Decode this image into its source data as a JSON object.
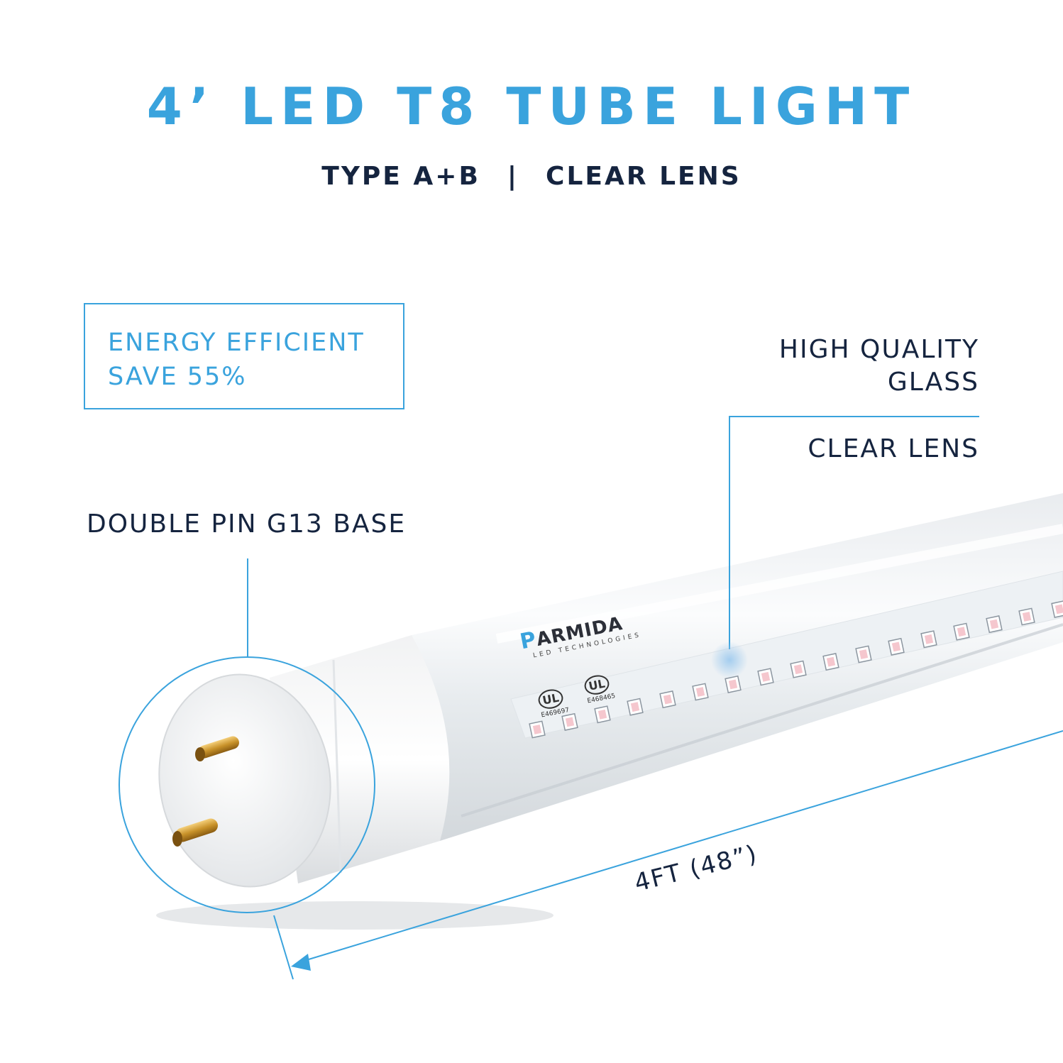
{
  "header": {
    "title": "4’ LED T8 TUBE LIGHT",
    "subtitle_left": "TYPE A+B",
    "subtitle_sep": "|",
    "subtitle_right": "CLEAR LENS"
  },
  "energy": {
    "line1": "ENERGY EFFICIENT",
    "line2": "SAVE 55%"
  },
  "callouts": {
    "glass_line1": "HIGH QUALITY",
    "glass_line2": "GLASS",
    "lens": "CLEAR LENS",
    "base": "DOUBLE PIN G13 BASE",
    "length": "4FT (48”)"
  },
  "brand": {
    "initial": "P",
    "rest": "ARMIDA",
    "tagline": "LED TECHNOLOGIES"
  },
  "certs": {
    "cert1": "E469697",
    "cert2": "E468465",
    "ul_mark": "UL"
  },
  "colors": {
    "accent": "#3aa3dd",
    "text_dark": "#15243f",
    "led": "#d61f3a",
    "pin": "#c8922a"
  }
}
